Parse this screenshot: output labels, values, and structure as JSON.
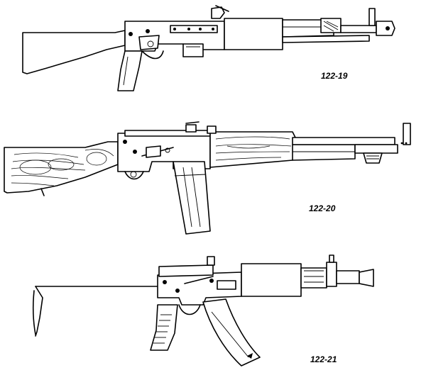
{
  "figures": [
    {
      "id": "fig1",
      "caption": "122-19"
    },
    {
      "id": "fig2",
      "caption": "122-20"
    },
    {
      "id": "fig3",
      "caption": "122-21"
    }
  ],
  "colors": {
    "ink": "#000000",
    "paper": "#ffffff"
  }
}
